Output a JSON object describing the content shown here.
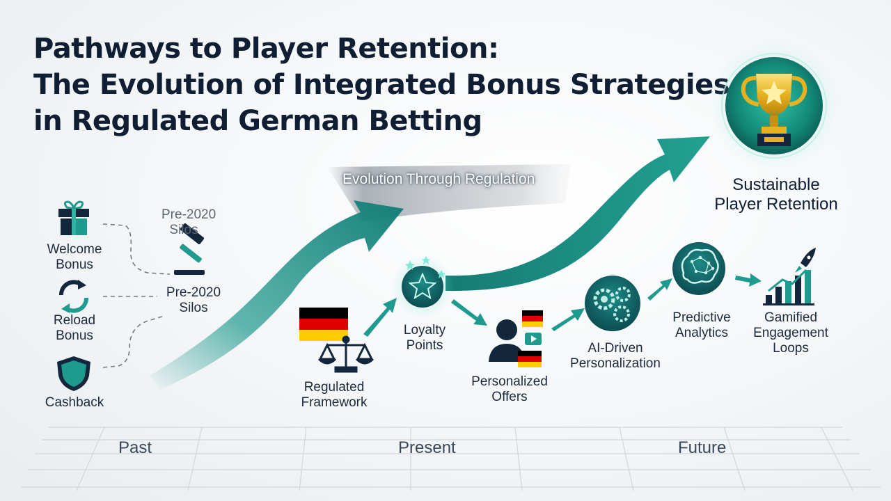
{
  "title": {
    "line1": "Pathways to Player Retention:",
    "line2": "The Evolution of Integrated Bonus Strategies",
    "line3": "in Regulated German Betting"
  },
  "band_label": "Evolution Through Regulation",
  "silos": {
    "header_line1": "Pre-2020",
    "header_line2": "Silos",
    "hub_line1": "Pre-2020",
    "hub_line2": "Silos",
    "items": [
      {
        "line1": "Welcome",
        "line2": "Bonus",
        "icon": "gift-icon"
      },
      {
        "line1": "Reload",
        "line2": "Bonus",
        "icon": "refresh-icon"
      },
      {
        "line1": "Cashback",
        "line2": "",
        "icon": "shield-icon"
      }
    ]
  },
  "stages": [
    {
      "line1": "Regulated",
      "line2": "Framework",
      "icon": "scales-icon"
    },
    {
      "line1": "Loyalty",
      "line2": "Points",
      "icon": "star-icon"
    },
    {
      "line1": "Personalized",
      "line2": "Offers",
      "icon": "person-icon"
    },
    {
      "line1": "AI-Driven",
      "line2": "Personalization",
      "icon": "gears-icon"
    },
    {
      "line1": "Predictive",
      "line2": "Analytics",
      "icon": "brain-icon"
    },
    {
      "line1": "Gamified",
      "line2": "Engagement",
      "line3": "Loops",
      "icon": "rocket-chart-icon"
    }
  ],
  "goal": {
    "line1": "Sustainable",
    "line2": "Player Retention",
    "icon": "trophy-icon"
  },
  "timeline": [
    "Past",
    "Present",
    "Future"
  ],
  "colors": {
    "teal": "#1f9a8e",
    "dark_teal": "#0f5e63",
    "navy": "#12263c",
    "gold": "#e7b21f",
    "flag_black": "#000000",
    "flag_red": "#dd0000",
    "flag_gold": "#ffce00"
  }
}
